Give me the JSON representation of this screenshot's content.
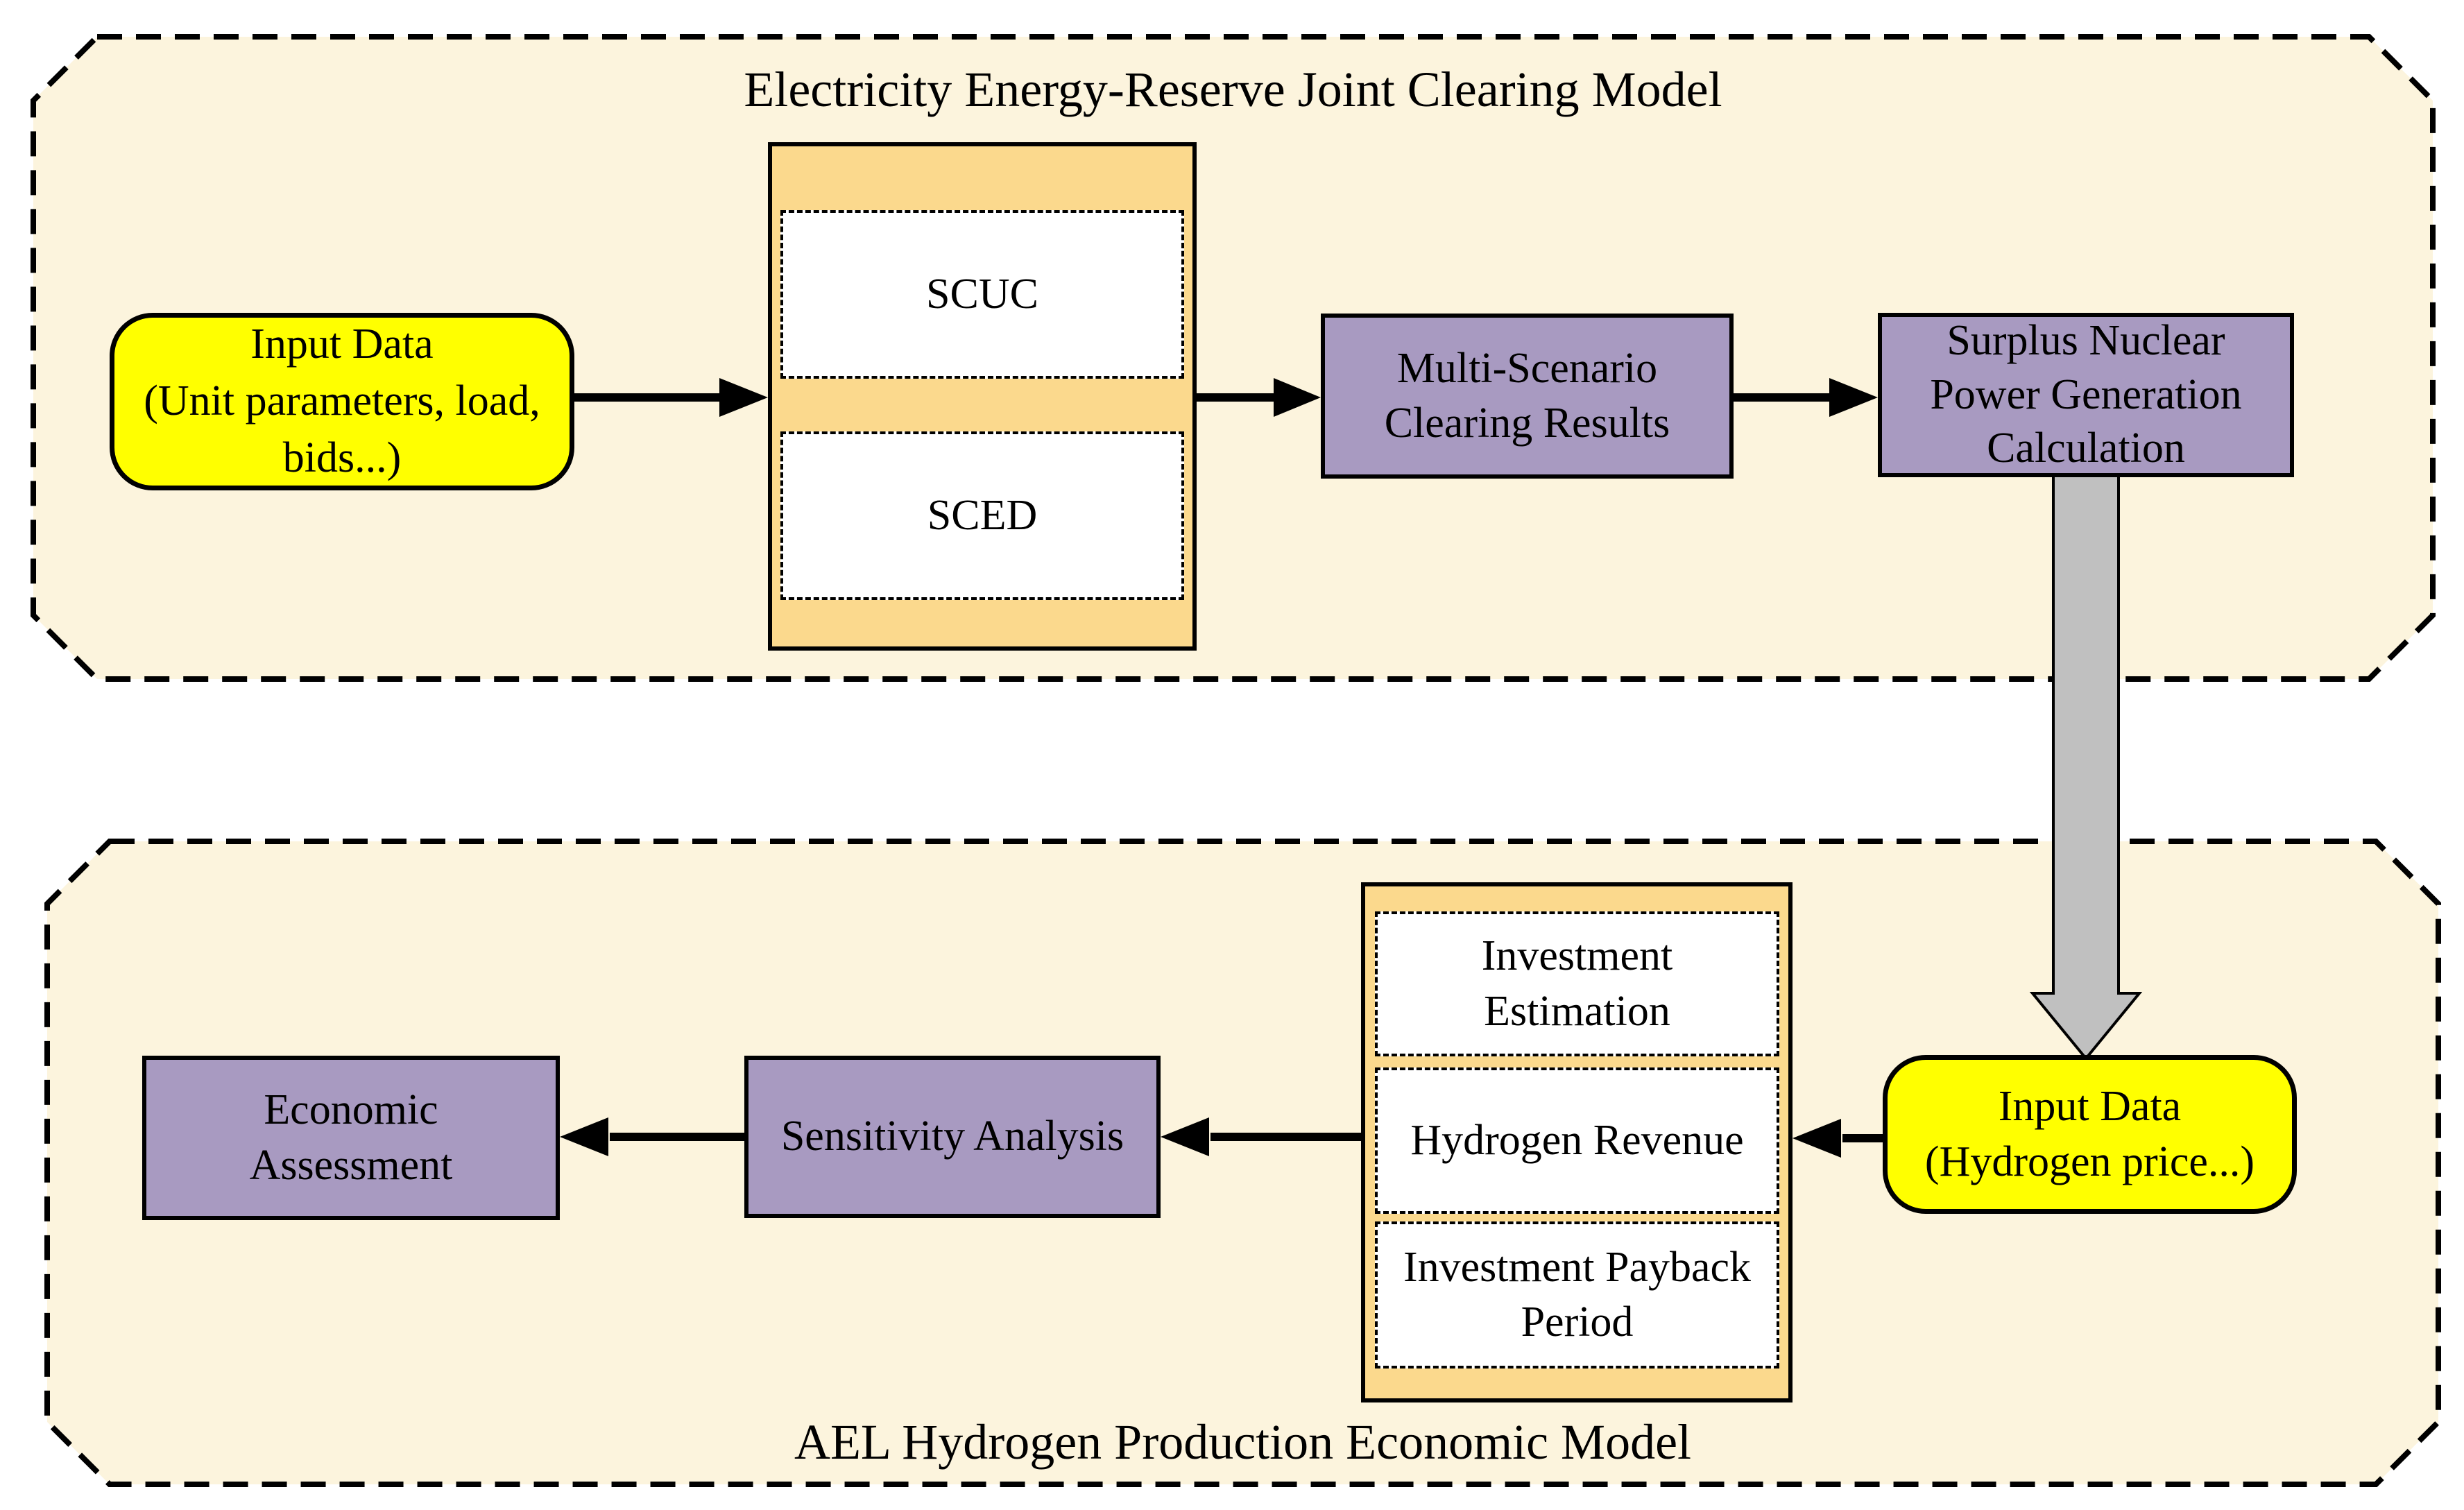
{
  "titles": {
    "top": "Electricity Energy-Reserve Joint Clearing Model",
    "bottom": "AEL Hydrogen Production Economic Model"
  },
  "top_model": {
    "input_data": "Input Data\n(Unit parameters, load,\nbids...)",
    "scuc": "SCUC",
    "sced": "SCED",
    "multi_scenario": "Multi-Scenario\nClearing Results",
    "surplus": "Surplus Nuclear\nPower Generation\nCalculation"
  },
  "bottom_model": {
    "economic": "Economic\nAssessment",
    "sensitivity": "Sensitivity Analysis",
    "investment_estimation": "Investment\nEstimation",
    "hydrogen_revenue": "Hydrogen Revenue",
    "investment_payback": "Investment Payback\nPeriod",
    "input_data": "Input Data\n(Hydrogen price...)"
  },
  "colors": {
    "cream": "#FCF4DD",
    "orange": "#FBD98D",
    "purple": "#A89AC1",
    "yellow": "#FFFF00",
    "gray": "#C0C0C0",
    "black": "#000000"
  }
}
